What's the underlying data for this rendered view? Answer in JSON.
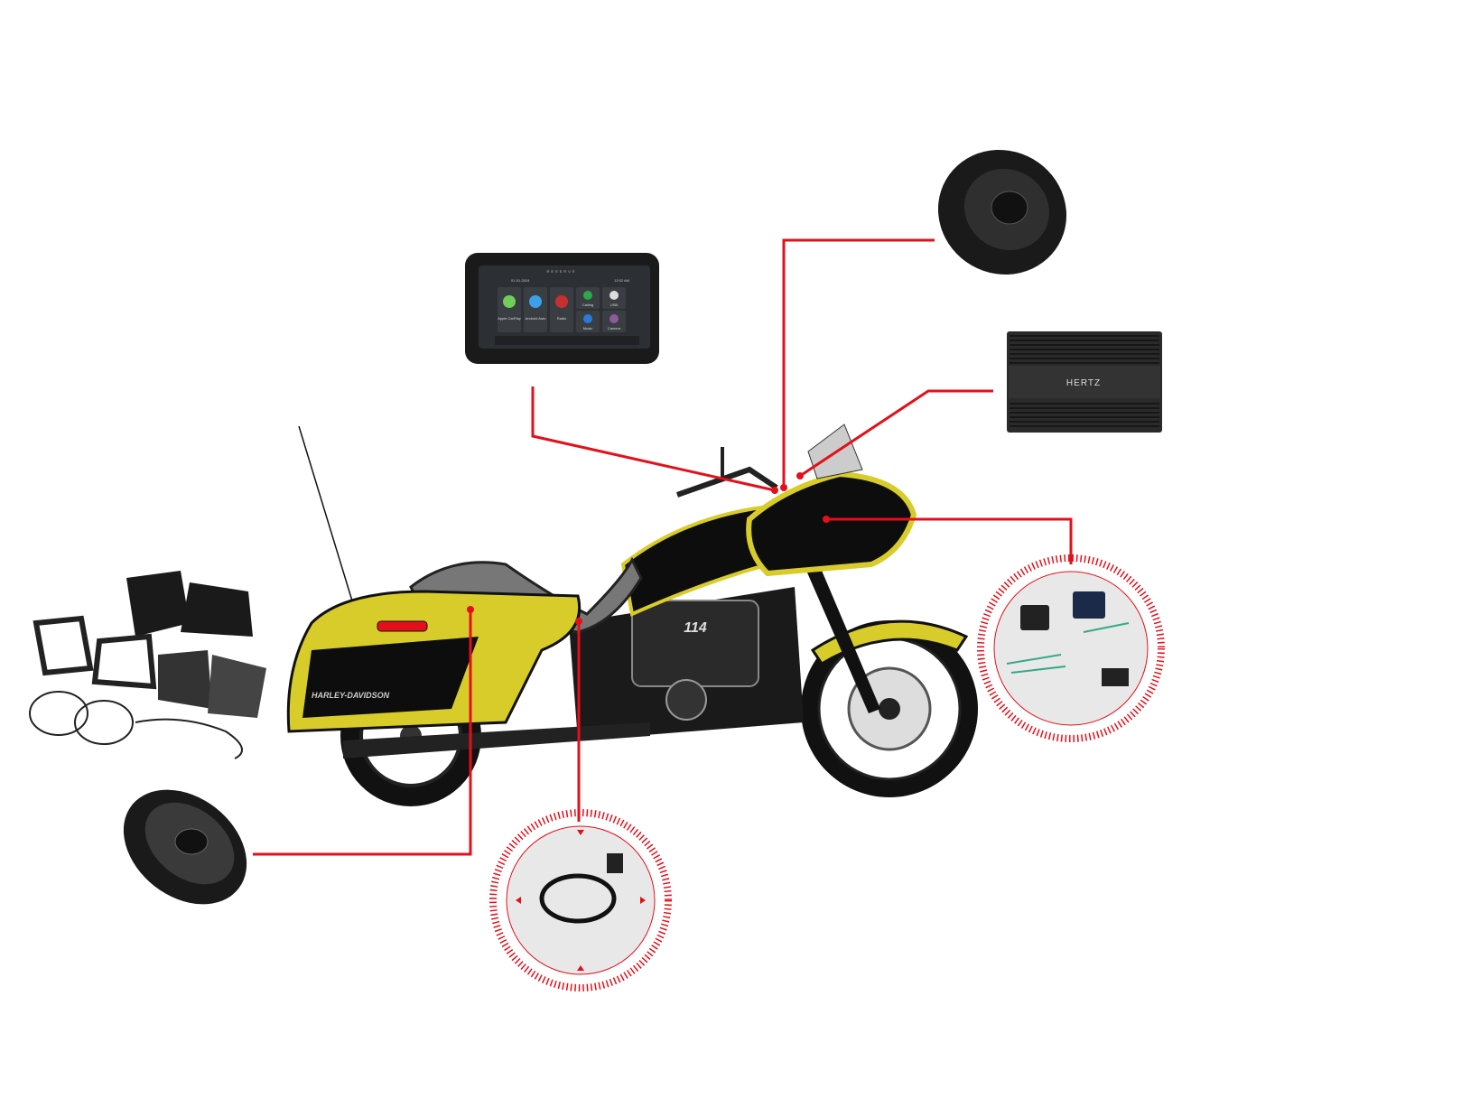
{
  "colors": {
    "callout_line": "#e3101b",
    "body_yellow": "#d8cc2a",
    "body_black": "#0d0d0d",
    "background": "#ffffff"
  },
  "head_unit": {
    "brand": "RESERVE",
    "date": "01-01-2024",
    "time": "12:02 AM",
    "apps": [
      {
        "label": "Apple CarPlay",
        "icon": "carplay-icon"
      },
      {
        "label": "Android Auto",
        "icon": "android-auto-icon"
      },
      {
        "label": "Radio",
        "icon": "radio-tower-icon"
      },
      {
        "label": "Calling",
        "icon": "phone-icon"
      },
      {
        "label": "USB",
        "icon": "usb-icon"
      },
      {
        "label": "Music",
        "icon": "music-icon"
      },
      {
        "label": "Camera",
        "icon": "camera-icon"
      }
    ]
  },
  "amplifier": {
    "brand": "HERTZ"
  },
  "motorcycle": {
    "bag_logo": "HARLEY-DAVIDSON",
    "engine_badge": "114"
  }
}
